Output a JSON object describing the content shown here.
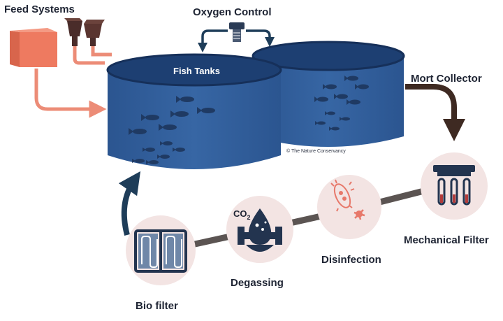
{
  "labels": {
    "feed_systems": "Feed Systems",
    "oxygen_control": "Oxygen Control",
    "fish_tanks": "Fish Tanks",
    "mort_collector": "Mort Collector",
    "copyright": "© The Nature Conservancy",
    "mechanical_filter": "Mechanical Filter",
    "disinfection": "Disinfection",
    "degassing": "Degassing",
    "bio_filter": "Bio filter",
    "co2": "CO",
    "co2_sub": "2"
  },
  "colors": {
    "tank_body": "#2f5f9a",
    "tank_top": "#1d3f72",
    "tank_rim": "#16305a",
    "fish": "#1f3a63",
    "arrow": "#1e3d59",
    "feed_pipe": "#ec8c77",
    "feed_box": "#ee7a60",
    "hopper": "#4a2c2a",
    "circle_bg": "#f3e4e3",
    "icon": "#23344f",
    "pipe_gray": "#5b5452"
  }
}
